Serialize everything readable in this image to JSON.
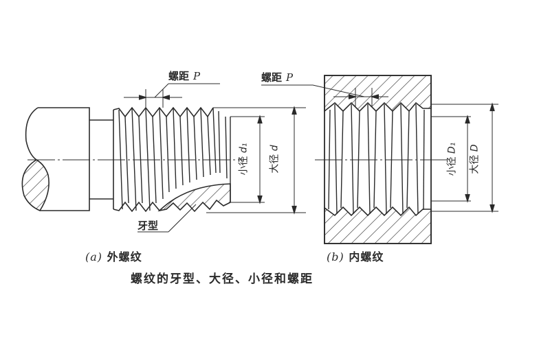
{
  "diagram": {
    "title": "螺纹的牙型、大径、小径和螺距",
    "external": {
      "caption_prefix": "(a)",
      "caption": "外螺纹",
      "pitch_label": "螺距",
      "pitch_symbol": "P",
      "profile_label": "牙型",
      "minor_label": "小径",
      "minor_symbol": "d₁",
      "major_label": "大径",
      "major_symbol": "d"
    },
    "internal": {
      "caption_prefix": "(b)",
      "caption": "内螺纹",
      "pitch_label": "螺距",
      "pitch_symbol": "P",
      "minor_label": "小径",
      "minor_symbol": "D₁",
      "major_label": "大径",
      "major_symbol": "D"
    },
    "colors": {
      "line": "#2a2a2a",
      "background": "#ffffff"
    }
  }
}
